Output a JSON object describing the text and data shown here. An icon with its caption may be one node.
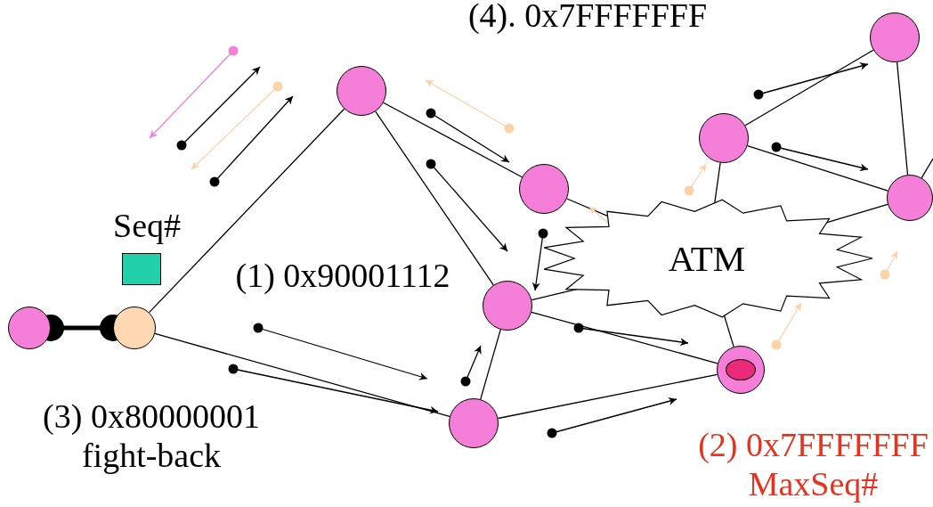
{
  "diagram": {
    "nodes": [
      {
        "text": [],
        "shape": "circle"
      },
      {
        "text": [],
        "shape": "circle"
      },
      {
        "text": [],
        "shape": "circle"
      },
      {
        "text": [],
        "shape": "circle"
      },
      {
        "text": [],
        "shape": "circle"
      },
      {
        "text": [],
        "shape": "circle"
      },
      {
        "text": [],
        "shape": "circle"
      },
      {
        "text": [],
        "shape": "circle"
      },
      {
        "text": [],
        "shape": "circle"
      },
      {
        "text": [],
        "shape": "circle"
      },
      {
        "text": [
          "ATM"
        ]
      }
    ],
    "edges": [
      {
        "from": 0,
        "to": 1,
        "arrow": "other",
        "style": "thick"
      },
      {
        "from": 1,
        "to": 2,
        "arrow": "none"
      },
      {
        "from": 1,
        "to": 5,
        "arrow": "none"
      },
      {
        "from": 2,
        "to": 3,
        "arrow": "none"
      },
      {
        "from": 2,
        "to": 4,
        "arrow": "none"
      },
      {
        "from": 3,
        "to": 10,
        "arrow": "none"
      },
      {
        "from": 4,
        "to": 10,
        "arrow": "none"
      },
      {
        "from": 4,
        "to": 5,
        "arrow": "none"
      },
      {
        "from": 4,
        "to": 9,
        "arrow": "none"
      },
      {
        "from": 5,
        "to": 9,
        "arrow": "none"
      },
      {
        "from": 9,
        "to": 10,
        "arrow": "none"
      },
      {
        "from": 6,
        "to": 10,
        "arrow": "none"
      },
      {
        "from": 6,
        "to": 7,
        "arrow": "none"
      },
      {
        "from": 6,
        "to": 8,
        "arrow": "none"
      },
      {
        "from": 7,
        "to": 8,
        "arrow": "none"
      },
      {
        "from": 8,
        "to": 10,
        "arrow": "none"
      },
      {
        "from": 8,
        "to": null,
        "arrow": "none"
      }
    ],
    "labels": [
      "(4). 0x7FFFFFFF",
      "Seq#",
      "(1) 0x90001112",
      "(3) 0x80000001 fight-back",
      "(2) 0x7FFFFFFF MaxSeq#"
    ]
  }
}
